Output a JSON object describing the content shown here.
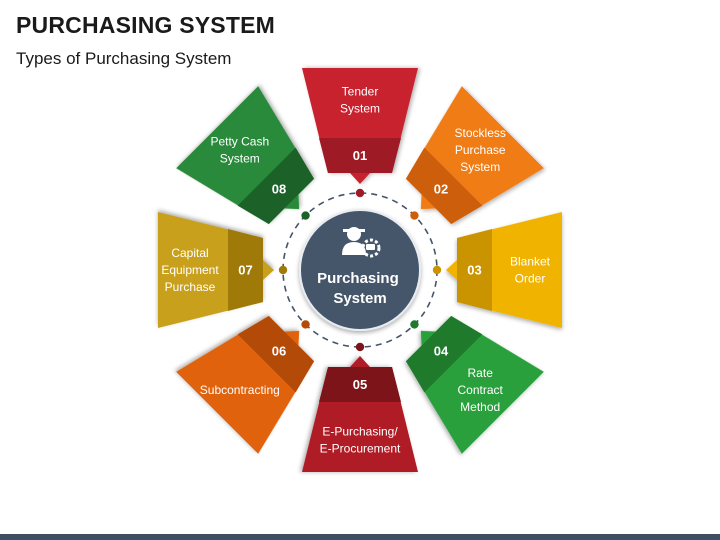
{
  "title": "PURCHASING SYSTEM",
  "subtitle": "Types of Purchasing System",
  "center": {
    "lines": [
      "Purchasing",
      "System"
    ],
    "icon": "purchasing-person-cart-icon",
    "color": "#44546a"
  },
  "items": [
    {
      "number": "01",
      "lines": [
        "Tender",
        "System"
      ],
      "color": "#c8242f",
      "dark": "#9e1b25"
    },
    {
      "number": "02",
      "lines": [
        "Stockless",
        "Purchase",
        "System"
      ],
      "color": "#f07c17",
      "dark": "#cc5e0c"
    },
    {
      "number": "03",
      "lines": [
        "Blanket",
        "Order"
      ],
      "color": "#f0b400",
      "dark": "#c99400"
    },
    {
      "number": "04",
      "lines": [
        "Rate",
        "Contract",
        "Method"
      ],
      "color": "#2ca03c",
      "dark": "#1f7a2c"
    },
    {
      "number": "05",
      "lines": [
        "E-Purchasing/",
        "E-Procurement"
      ],
      "color": "#b01e26",
      "dark": "#7d1419"
    },
    {
      "number": "06",
      "lines": [
        "Subcontracting"
      ],
      "color": "#e0620e",
      "dark": "#b44a08"
    },
    {
      "number": "07",
      "lines": [
        "Capital",
        "Equipment",
        "Purchase"
      ],
      "color": "#c9a01a",
      "dark": "#a07a08"
    },
    {
      "number": "08",
      "lines": [
        "Petty Cash",
        "System"
      ],
      "color": "#2b8a3a",
      "dark": "#1c6128"
    }
  ]
}
